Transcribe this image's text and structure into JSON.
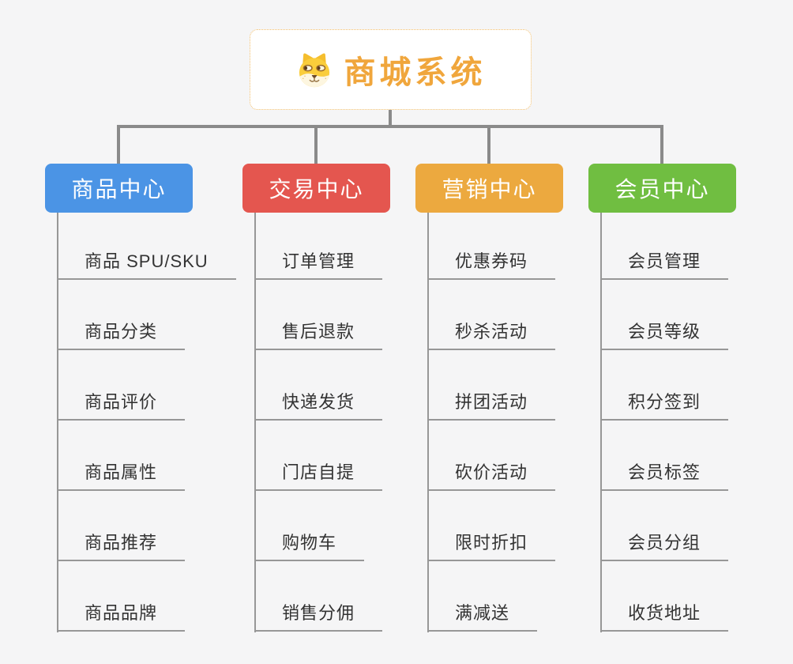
{
  "canvas": {
    "background": "#F5F5F6",
    "connector_color": "#8A8A8A",
    "leaf_line_color": "#979797",
    "leaf_text_color": "#333333"
  },
  "root": {
    "title": "商城系统",
    "icon": "shiba-dog-icon",
    "title_color": "#F0A63C",
    "border_color": "#F2BE6B",
    "background": "#FFFFFF"
  },
  "branches": [
    {
      "label": "商品中心",
      "color": "#4B94E5",
      "children": [
        "商品 SPU/SKU",
        "商品分类",
        "商品评价",
        "商品属性",
        "商品推荐",
        "商品品牌"
      ]
    },
    {
      "label": "交易中心",
      "color": "#E4564F",
      "children": [
        "订单管理",
        "售后退款",
        "快递发货",
        "门店自提",
        "购物车",
        "销售分佣"
      ]
    },
    {
      "label": "营销中心",
      "color": "#ECA93F",
      "children": [
        "优惠券码",
        "秒杀活动",
        "拼团活动",
        "砍价活动",
        "限时折扣",
        "满减送"
      ]
    },
    {
      "label": "会员中心",
      "color": "#70BE41",
      "children": [
        "会员管理",
        "会员等级",
        "积分签到",
        "会员标签",
        "会员分组",
        "收货地址"
      ]
    }
  ]
}
